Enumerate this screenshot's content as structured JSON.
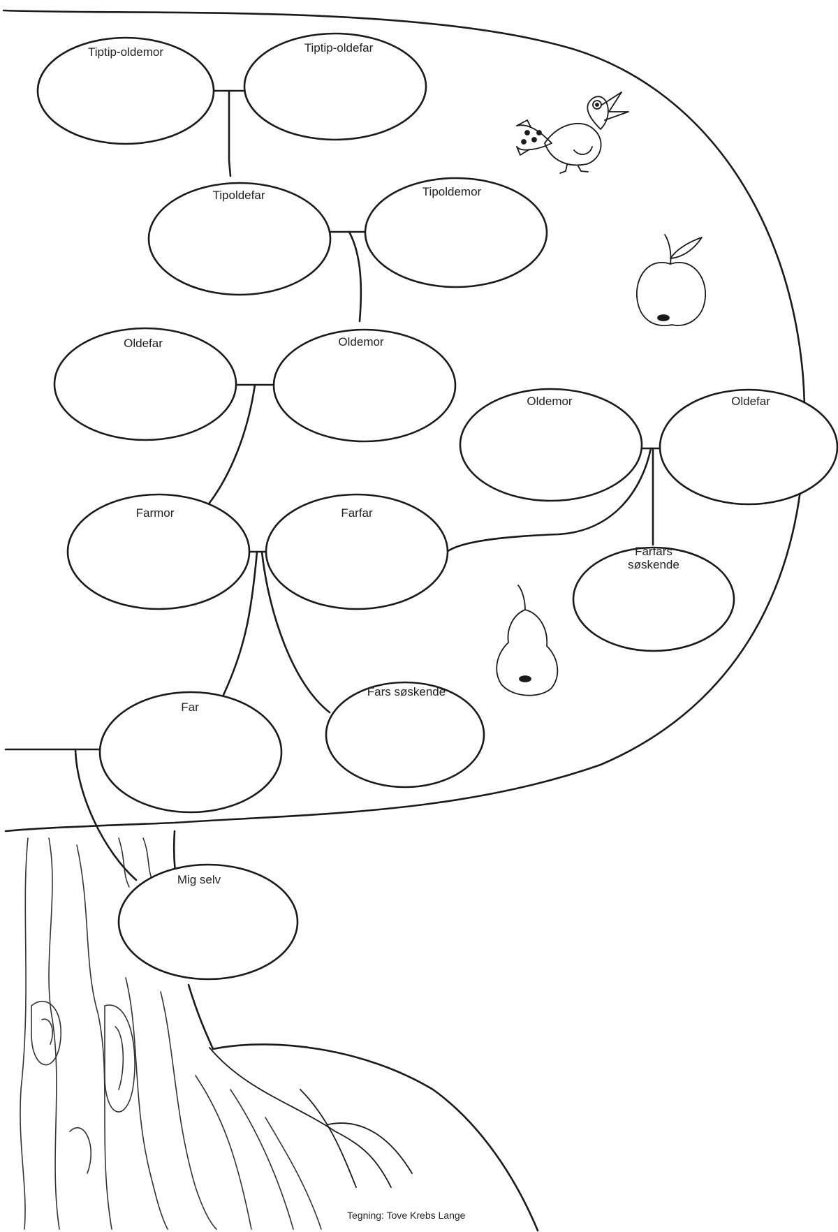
{
  "nodes": {
    "tiptip_oldemor": "Tiptip-oldemor",
    "tiptip_oldefar": "Tiptip-oldefar",
    "tipoldefar": "Tipoldefar",
    "tipoldemor": "Tipoldemor",
    "oldefar_left": "Oldefar",
    "oldemor_left": "Oldemor",
    "oldemor_right": "Oldemor",
    "oldefar_right": "Oldefar",
    "farmor": "Farmor",
    "farfar": "Farfar",
    "farfars_soskende_line1": "Farfars",
    "farfars_soskende_line2": "søskende",
    "far": "Far",
    "fars_soskende": "Fars søskende",
    "mig_selv": "Mig selv"
  },
  "credit": "Tegning: Tove Krebs Lange",
  "decorations": [
    "bird-icon",
    "apple-icon",
    "pear-icon"
  ],
  "colors": {
    "ink": "#1a1a1a",
    "paper": "#ffffff"
  }
}
